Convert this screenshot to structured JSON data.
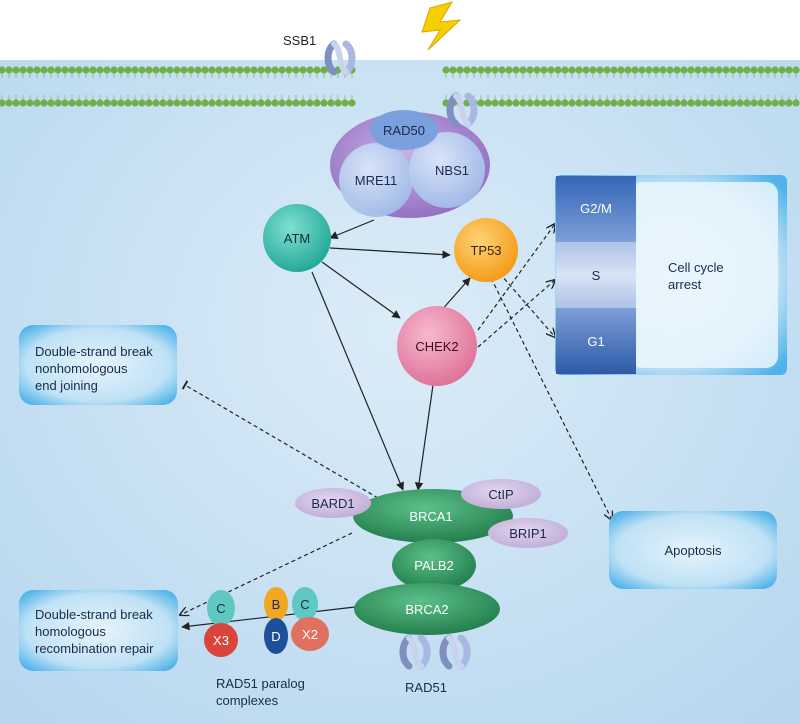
{
  "membrane": {
    "ssb1_label": "SSB1"
  },
  "mrn_complex": {
    "rad50": "RAD50",
    "mre11": "MRE11",
    "nbs1": "NBS1"
  },
  "kinases": {
    "atm": "ATM",
    "tp53": "TP53",
    "chek2": "CHEK2"
  },
  "cell_cycle": {
    "g2m": "G2/M",
    "s": "S",
    "g1": "G1",
    "arrest_line1": "Cell cycle",
    "arrest_line2": "arrest"
  },
  "nhej_box": {
    "line1": "Double-strand break",
    "line2": "nonhomologous",
    "line3": "end joining"
  },
  "hr_box": {
    "line1": "Double-strand break",
    "line2": "homologous",
    "line3": "recombination repair"
  },
  "apoptosis_label": "Apoptosis",
  "brca_complex": {
    "bard1": "BARD1",
    "brca1": "BRCA1",
    "ctip": "CtIP",
    "brip1": "BRIP1",
    "palb2": "PALB2",
    "brca2": "BRCA2",
    "rad51": "RAD51"
  },
  "paralogs": {
    "c1": "C",
    "x3": "X3",
    "b": "B",
    "c2": "C",
    "d": "D",
    "x2": "X2",
    "caption_line1": "RAD51 paralog",
    "caption_line2": "complexes"
  },
  "colors": {
    "cytoplasm": "#c9e4f5",
    "membrane_head": "#6fb04a",
    "mrn_outer": "#9b7cc4",
    "atm": "#35b7a8",
    "tp53": "#f5a623",
    "chek2": "#e57aa2",
    "brca": "#2e8b57",
    "cell_cycle_dark": "#2d5aa8",
    "box_fill": "#bfe1f5",
    "box_border": "#1a9be0",
    "bolt": "#f5d000"
  }
}
